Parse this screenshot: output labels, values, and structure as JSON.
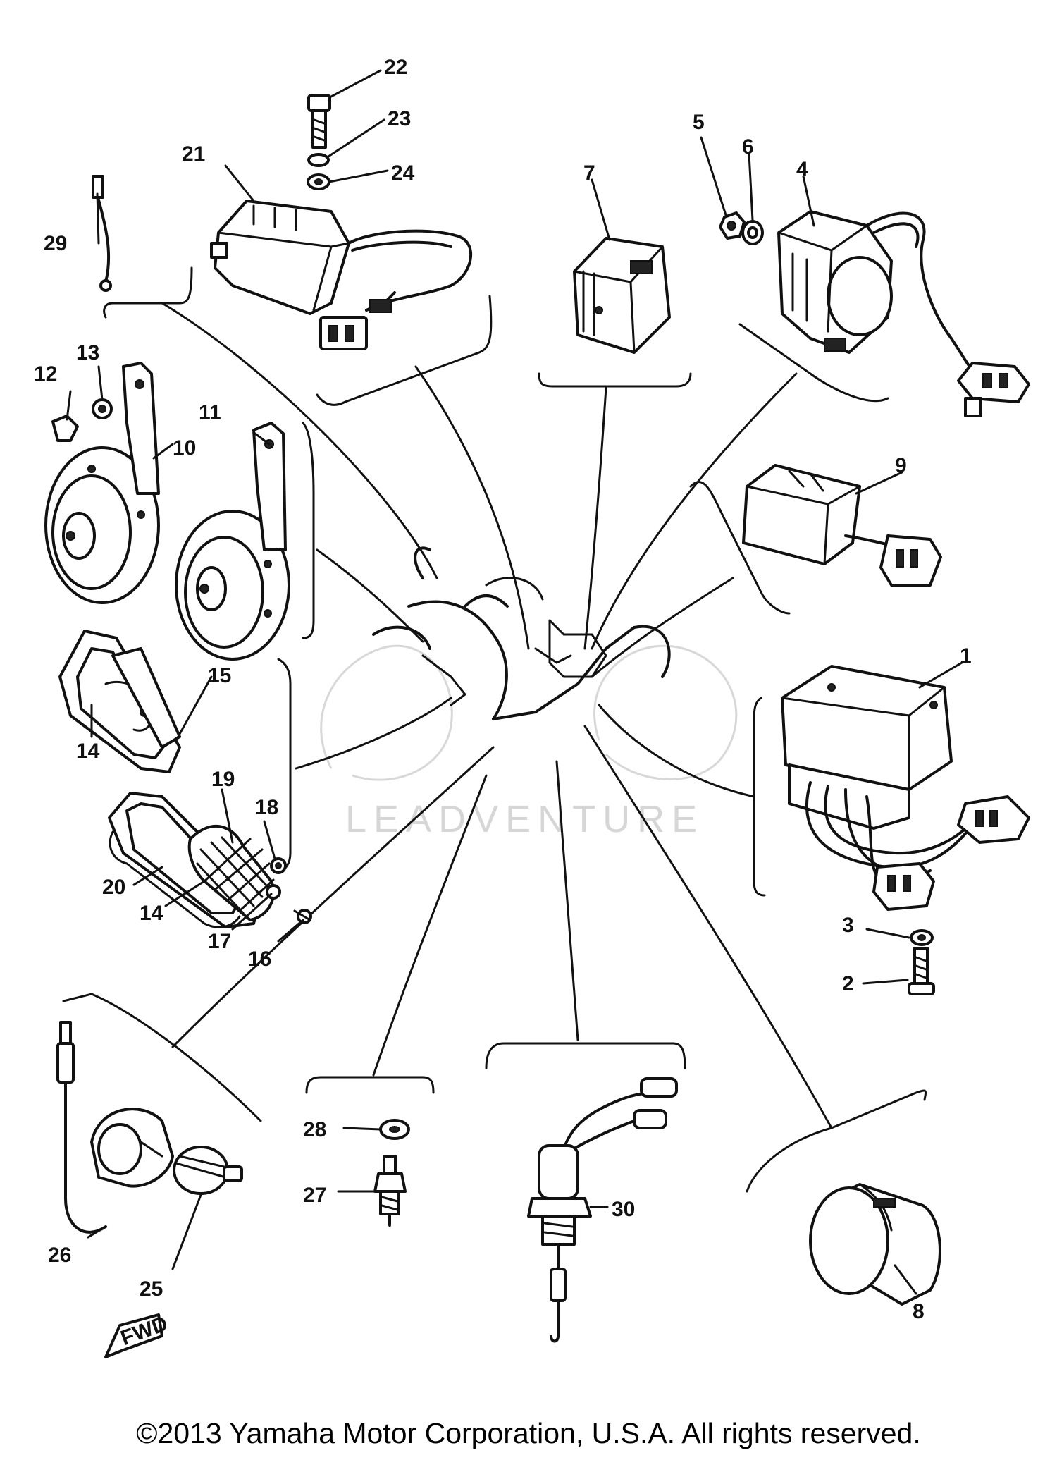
{
  "callouts": {
    "c1": "1",
    "c2": "2",
    "c3": "3",
    "c4": "4",
    "c5": "5",
    "c6": "6",
    "c7": "7",
    "c8": "8",
    "c9": "9",
    "c10": "10",
    "c11": "11",
    "c12": "12",
    "c13": "13",
    "c14a": "14",
    "c14b": "14",
    "c15": "15",
    "c16": "16",
    "c17": "17",
    "c18": "18",
    "c19": "19",
    "c20": "20",
    "c21": "21",
    "c22": "22",
    "c23": "23",
    "c24": "24",
    "c25": "25",
    "c26": "26",
    "c27": "27",
    "c28": "28",
    "c29": "29",
    "c30": "30"
  },
  "fwd_label": "FWD",
  "watermark": "LEADVENTURE",
  "copyright": "©2013 Yamaha Motor Corporation, U.S.A. All rights reserved."
}
